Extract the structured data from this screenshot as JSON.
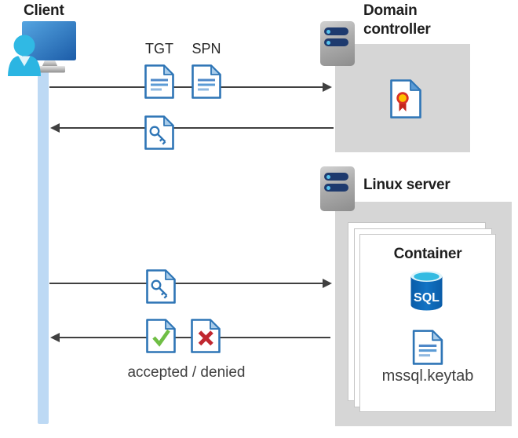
{
  "client": {
    "label": "Client",
    "icon": "monitor-user-icon"
  },
  "kerberos": {
    "tgt_label": "TGT",
    "spn_label": "SPN",
    "result_label": "accepted / denied"
  },
  "domain_controller": {
    "label": "Domain controller",
    "icon": "server-rack-icon",
    "content_icon": "certificate-document-icon"
  },
  "linux_server": {
    "label": "Linux server",
    "icon": "server-rack-icon"
  },
  "container": {
    "label": "Container",
    "sql_label": "SQL",
    "keytab_label": "mssql.keytab",
    "icons": [
      "sql-database-icon",
      "keytab-document-icon"
    ]
  },
  "flows": [
    {
      "from": "client",
      "to": "domain-controller",
      "direction": "right",
      "items": [
        "TGT document",
        "SPN document"
      ]
    },
    {
      "from": "domain-controller",
      "to": "client",
      "direction": "left",
      "items": [
        "key document"
      ]
    },
    {
      "from": "client",
      "to": "linux-server",
      "direction": "right",
      "items": [
        "key document"
      ]
    },
    {
      "from": "linux-server",
      "to": "client",
      "direction": "left",
      "items": [
        "accepted document",
        "denied document"
      ]
    }
  ],
  "colors": {
    "doc_border_blue": "#2E75B6",
    "doc_fold_blue": "#A9CCEA",
    "doc_line_blue": "#5B9BD5",
    "arrow_gray": "#404040",
    "panel_gray": "#D6D6D6",
    "client_line_blue": "#BDD9F4",
    "person_cyan": "#2DB7E3",
    "check_green": "#6FBE44",
    "cross_red": "#C02730",
    "rosette_yellow": "#FFC000",
    "rosette_red": "#D93025",
    "sql_body_blue": "#0E6DBE",
    "sql_top_cyan": "#38BDE4"
  }
}
